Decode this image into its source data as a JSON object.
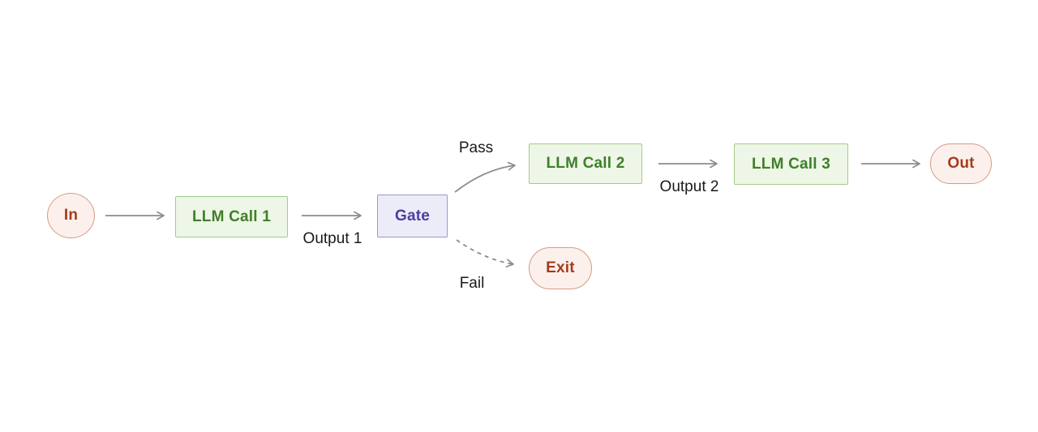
{
  "nodes": {
    "in": {
      "label": "In",
      "shape": "ellipse",
      "kind": "terminal"
    },
    "llm1": {
      "label": "LLM Call 1",
      "shape": "rect",
      "kind": "llm"
    },
    "gate": {
      "label": "Gate",
      "shape": "rect",
      "kind": "gate"
    },
    "llm2": {
      "label": "LLM Call 2",
      "shape": "rect",
      "kind": "llm"
    },
    "llm3": {
      "label": "LLM Call 3",
      "shape": "rect",
      "kind": "llm"
    },
    "out": {
      "label": "Out",
      "shape": "pill",
      "kind": "terminal"
    },
    "exit": {
      "label": "Exit",
      "shape": "pill",
      "kind": "terminal"
    }
  },
  "edge_labels": {
    "output1": "Output 1",
    "pass": "Pass",
    "output2": "Output 2",
    "fail": "Fail"
  },
  "edges": [
    {
      "from": "In",
      "to": "LLM Call 1",
      "style": "solid",
      "label": ""
    },
    {
      "from": "LLM Call 1",
      "to": "Gate",
      "style": "solid",
      "label": "Output 1"
    },
    {
      "from": "Gate",
      "to": "LLM Call 2",
      "style": "solid",
      "label": "Pass"
    },
    {
      "from": "Gate",
      "to": "Exit",
      "style": "dashed",
      "label": "Fail"
    },
    {
      "from": "LLM Call 2",
      "to": "LLM Call 3",
      "style": "solid",
      "label": "Output 2"
    },
    {
      "from": "LLM Call 3",
      "to": "Out",
      "style": "solid",
      "label": ""
    }
  ],
  "colors": {
    "background": "#ffffff",
    "llm_fill": "#eef6e7",
    "llm_border": "#a5ca89",
    "llm_text": "#3f7f2a",
    "gate_fill": "#ececf8",
    "gate_border": "#9c97d4",
    "gate_text": "#4c3fa1",
    "terminal_fill": "#fcf0ec",
    "terminal_border": "#d79b80",
    "terminal_text": "#a33d1d",
    "edge_stroke": "#8c8c8c",
    "edge_label_text": "#1a1a1a"
  }
}
